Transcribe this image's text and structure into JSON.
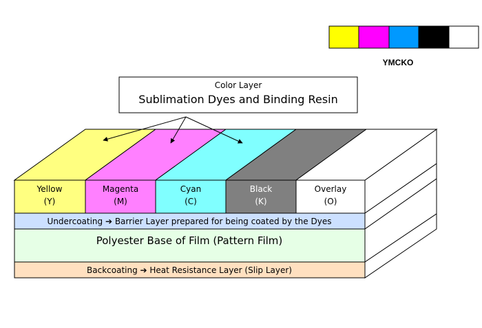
{
  "swatch_label": "YMCKO",
  "colors": {
    "yellow": "#ffff00",
    "magenta": "#ff00ff",
    "cyan": "#0099ff",
    "black": "#000000",
    "white": "#ffffff",
    "panel_yellow": "#ffff80",
    "panel_magenta": "#ff80ff",
    "panel_cyan": "#80ffff",
    "panel_black": "#808080",
    "undercoat": "#cce0ff",
    "base": "#e6ffe6",
    "backcoat": "#ffe0c0"
  },
  "callout": {
    "title": "Color Layer",
    "subtitle": "Sublimation Dyes and Binding Resin"
  },
  "panels": [
    {
      "name": "Yellow",
      "code": "(Y)"
    },
    {
      "name": "Magenta",
      "code": "(M)"
    },
    {
      "name": "Cyan",
      "code": "(C)"
    },
    {
      "name": "Black",
      "code": "(K)"
    },
    {
      "name": "Overlay",
      "code": "(O)"
    }
  ],
  "layers": {
    "undercoating": "Undercoating ➔ Barrier Layer prepared for being coated by the Dyes",
    "base": "Polyester Base of Film (Pattern Film)",
    "backcoating": "Backcoating ➔ Heat Resistance Layer (Slip Layer)"
  }
}
